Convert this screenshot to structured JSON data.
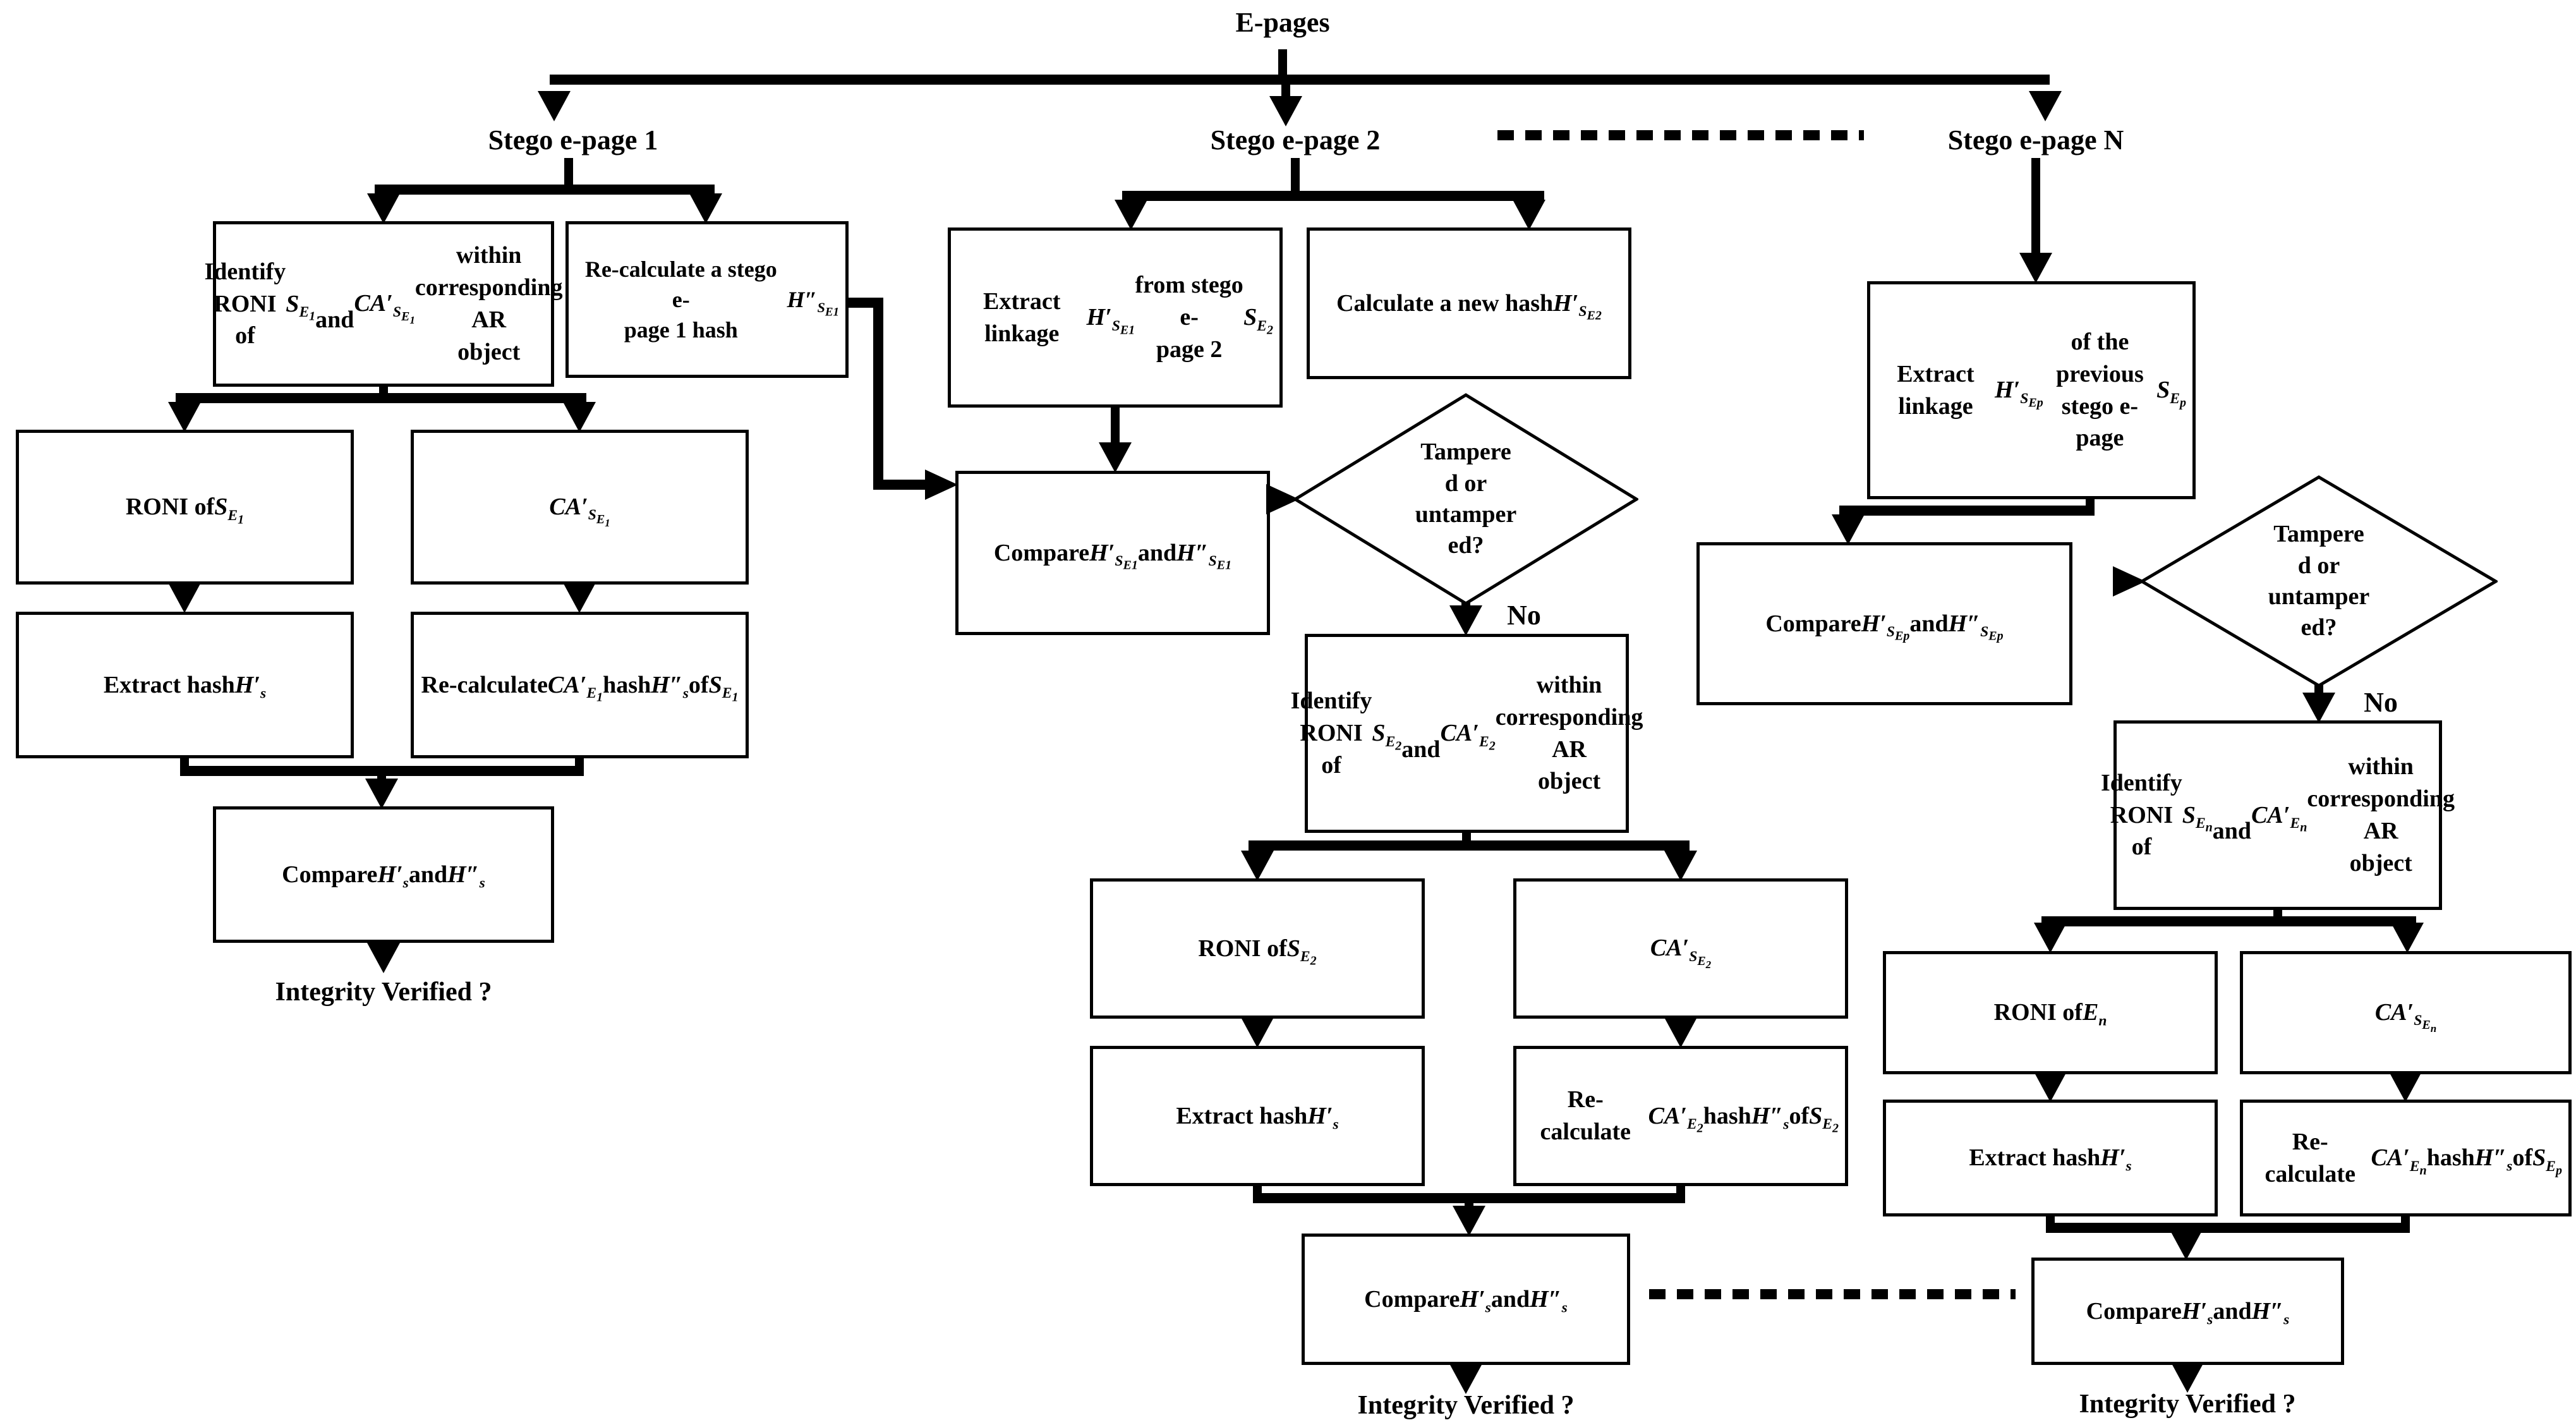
{
  "header": {
    "title": "E-pages"
  },
  "branches": [
    {
      "label": "Stego e-page 1"
    },
    {
      "label": "Stego e-page 2"
    },
    {
      "label": "Stego e-page N"
    }
  ],
  "decision": {
    "text": "Tampere|d or|untamper|ed?",
    "no_label": "No"
  },
  "col1": {
    "identify": "Identify RONI of *S_{E_{1}}*|and *CA′_{S_{E_{1}}}* within|corresponding AR|object",
    "recalc_page": "Re-calculate a stego e-|page 1 hash *H″_{S_{E1}}*",
    "roni": "RONI of *S_{E_{1}}*",
    "ca": "*CA′_{S_{E_{1}}}*",
    "extract": "Extract hash *H′_{s}*",
    "recalc": "Re-calculate|*CA′_{E_{1}}* hash *H″_{s}* of *S_{E_{1}}*",
    "compare": "Compare *H′_{s}*and *H″_{s}*",
    "integrity": "Integrity Verified ?"
  },
  "col2": {
    "extract_linkage": "Extract linkage|*H′_{S_{E1}}* from stego e-|page 2 *S_{E_{2}}*",
    "calc_new_hash": "Calculate a new hash|*H′_{S_{E2}}*",
    "compare_linkage": "Compare *H′_{S_{E1}}* and|*H″_{S_{E1}}*",
    "identify": "Identify RONI of *S_{E_{2}}*|and *CA′_{E_{2}}* within|corresponding AR|object",
    "roni": "RONI of *S_{E_{2}}*",
    "ca": "*CA′_{S_{E_{2}}}*",
    "extract": "Extract hash *H′_{s}*",
    "recalc": "Re-calculate|*CA′_{E_{2}}* hash *H″_{s}* of *S_{E_{2}}*",
    "compare": "Compare *H′_{s}*and *H″_{s}*",
    "integrity": "Integrity Verified ?"
  },
  "col3": {
    "extract_linkage": "Extract linkage|*H′_{S_{Ep}}* of the previous|stego e-page *S_{E_{p}}*",
    "compare_linkage": "Compare *H′_{S_{Ep}}* and|*H″_{S_{Ep}}*",
    "identify": "Identify RONI of *S_{E_{n}}*|and *CA′_{E_{n}}* within|corresponding AR|object",
    "roni": "RONI of *E_{n}*",
    "ca": "*CA′_{S_{E_{n}}}*",
    "extract": "Extract hash *H′_{s}*",
    "recalc": "Re-calculate|*CA′_{E_{n}}* hash *H″_{s}* of *S_{E_{p}}*",
    "compare": "Compare *H′_{s}*and *H″_{s}*",
    "integrity": "Integrity Verified ?"
  }
}
